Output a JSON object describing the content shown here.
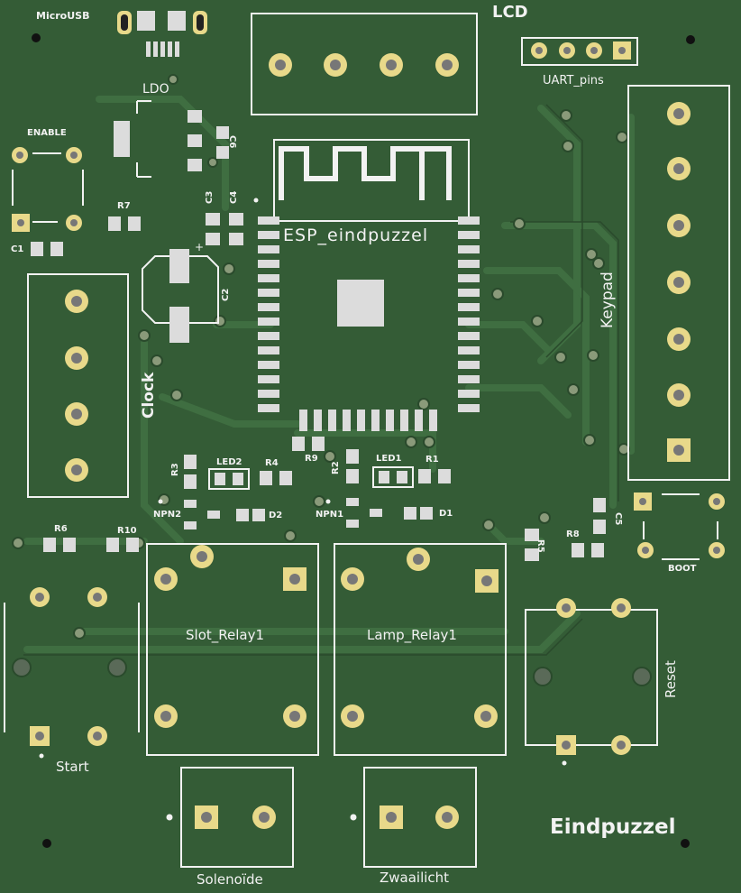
{
  "board": {
    "title": "Eindpuzzel",
    "background": "#345c36",
    "trace_color": "#3d6b3f",
    "silkscreen_color": "#f2f2f2",
    "pad_color": "#e8d98a",
    "smd_pad_color": "#dcdcdc"
  },
  "labels": {
    "microusb": "MicroUSB",
    "lcd": "LCD",
    "uart": "UART_pins",
    "ldo": "LDO",
    "enable": "ENABLE",
    "c1": "C1",
    "c2": "C2",
    "c3": "C3",
    "c4": "C4",
    "c5": "C5",
    "c6": "C6",
    "r1": "R1",
    "r2": "R2",
    "r3": "R3",
    "r4": "R4",
    "r5": "R5",
    "r6": "R6",
    "r7": "R7",
    "r8": "R8",
    "r9": "R9",
    "r10": "R10",
    "esp": "ESP_eindpuzzel",
    "keypad": "Keypad",
    "clock": "Clock",
    "led1": "LED1",
    "led2": "LED2",
    "npn1": "NPN1",
    "npn2": "NPN2",
    "d1": "D1",
    "d2": "D2",
    "boot": "BOOT",
    "slot_relay": "Slot_Relay1",
    "lamp_relay": "Lamp_Relay1",
    "reset": "Reset",
    "start": "Start",
    "solenoid": "Solenoïde",
    "zwaailicht": "Zwaailicht"
  }
}
